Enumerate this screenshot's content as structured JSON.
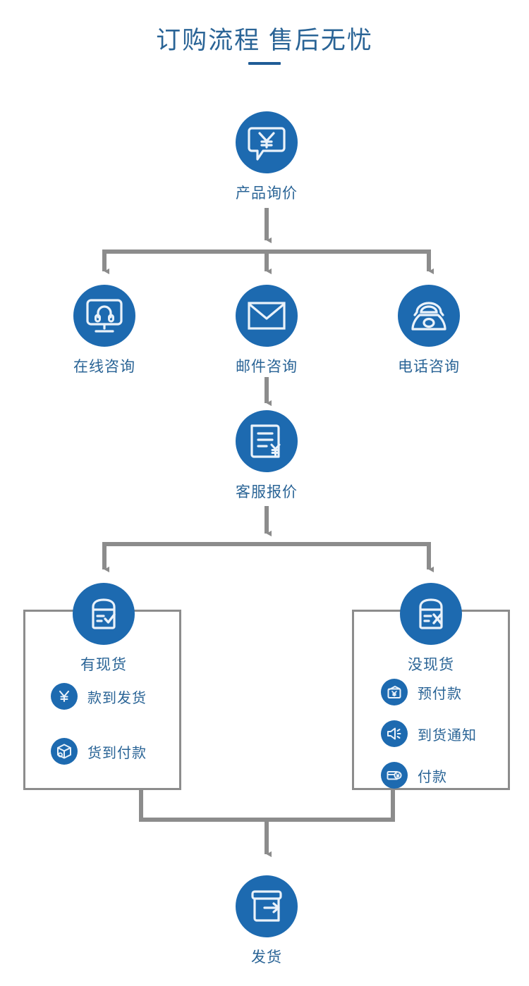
{
  "header": {
    "title": "订购流程  售后无忧",
    "has_underline": true
  },
  "theme": {
    "circle_fill": "#1d6ab0",
    "label_color": "#2a6496",
    "connector_color": "#8c8c8c",
    "box_border_color": "#8c8c8c",
    "background": "#ffffff"
  },
  "flow": {
    "start": {
      "label": "产品询价",
      "icon": "chat-bubble-yen-icon"
    },
    "channels": [
      {
        "label": "在线咨询",
        "icon": "monitor-headset-icon"
      },
      {
        "label": "邮件咨询",
        "icon": "envelope-icon"
      },
      {
        "label": "电话咨询",
        "icon": "telephone-icon"
      }
    ],
    "quote": {
      "label": "客服报价",
      "icon": "document-yen-icon"
    },
    "branches": [
      {
        "label": "有现货",
        "icon": "box-check-icon",
        "options": [
          {
            "label": "款到发货",
            "icon": "yen-icon"
          },
          {
            "label": "货到付款",
            "icon": "package-icon"
          }
        ]
      },
      {
        "label": "没现货",
        "icon": "box-cross-icon",
        "options": [
          {
            "label": "预付款",
            "icon": "wallet-yen-icon"
          },
          {
            "label": "到货通知",
            "icon": "megaphone-icon"
          },
          {
            "label": "付款",
            "icon": "card-yen-icon"
          }
        ]
      }
    ],
    "end": {
      "label": "发货",
      "icon": "box-arrow-out-icon"
    }
  }
}
